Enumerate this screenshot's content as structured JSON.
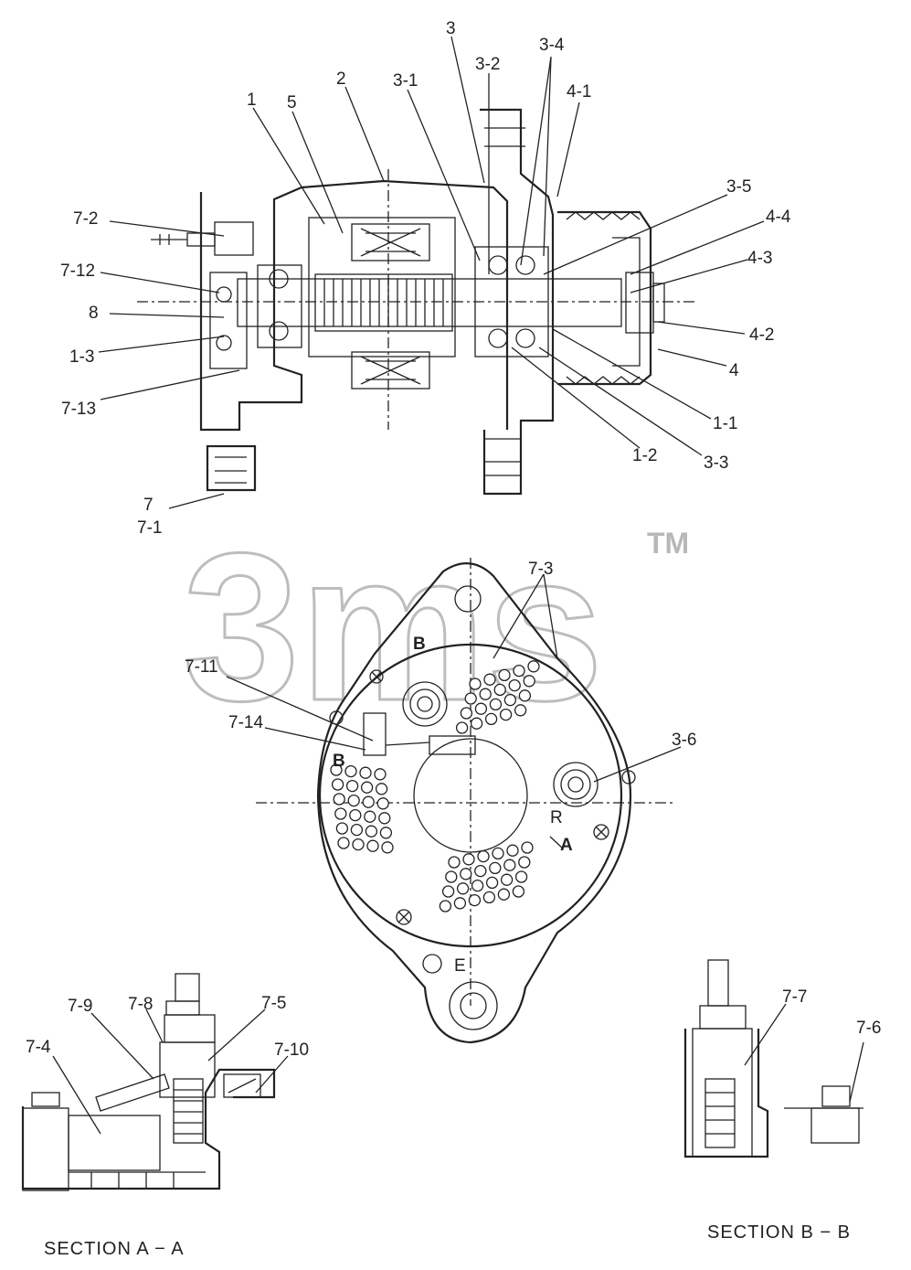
{
  "watermark": {
    "text": "3ms",
    "mark": "TM"
  },
  "labels": {
    "p3": "3",
    "p3_2": "3-2",
    "p3_4": "3-4",
    "p4_1": "4-1",
    "p2": "2",
    "p3_1": "3-1",
    "p1": "1",
    "p5": "5",
    "p3_5": "3-5",
    "p4_4": "4-4",
    "p4_3": "4-3",
    "p7_2": "7-2",
    "p7_12": "7-12",
    "p8": "8",
    "p1_3": "1-3",
    "p7_13": "7-13",
    "p4_2": "4-2",
    "p4": "4",
    "p1_1": "1-1",
    "p1_2": "1-2",
    "p3_3": "3-3",
    "p7": "7",
    "p7_1": "7-1",
    "p7_3": "7-3",
    "p7_11": "7-11",
    "p7_14": "7-14",
    "p3_6": "3-6",
    "p7_9": "7-9",
    "p7_8": "7-8",
    "p7_5": "7-5",
    "p7_10": "7-10",
    "p7_4": "7-4",
    "p7_7": "7-7",
    "p7_6": "7-6"
  },
  "markers": {
    "b_top": "B",
    "b_left": "B",
    "a": "A",
    "r": "R",
    "e": "E"
  },
  "sections": {
    "aa": "SECTION  A − A",
    "bb": "SECTION B − B"
  }
}
